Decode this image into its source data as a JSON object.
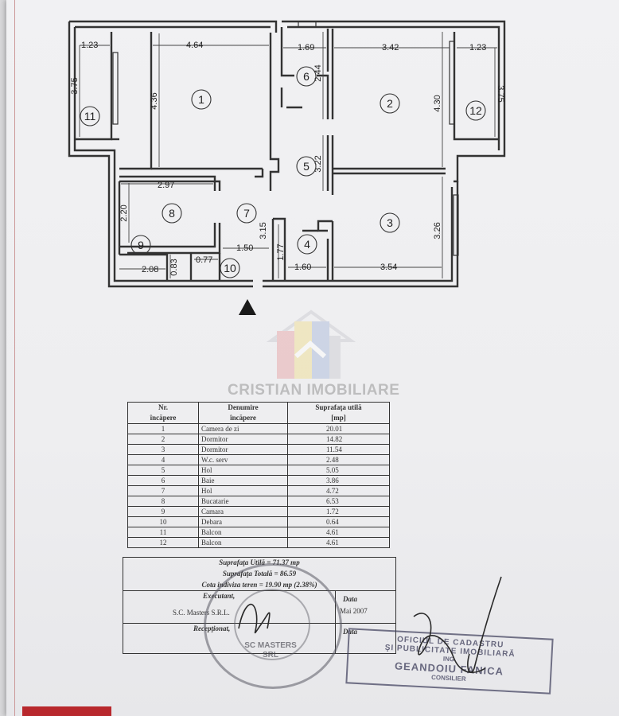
{
  "plan": {
    "dimensions": {
      "d_1_23_left": "1.23",
      "d_4_64": "4.64",
      "d_1_69": "1.69",
      "d_3_42": "3.42",
      "d_1_23_right": "1.23",
      "d_3_75_left": "3.75",
      "d_4_36": "4.36",
      "d_2_44": "2.44",
      "d_4_30": "4.30",
      "d_3_75_right": "3.75",
      "d_2_97": "2.97",
      "d_3_22": "3.22",
      "d_2_20": "2.20",
      "d_3_15": "3.15",
      "d_3_26": "3.26",
      "d_1_50": "1.50",
      "d_1_77": "1.77",
      "d_0_83": "0.83",
      "d_0_77": "0.77",
      "d_2_08": "2.08",
      "d_1_60": "1.60",
      "d_3_54": "3.54"
    },
    "room_labels": [
      "1",
      "2",
      "3",
      "4",
      "5",
      "6",
      "7",
      "8",
      "9",
      "10",
      "11",
      "12"
    ]
  },
  "watermark": {
    "text": "CRISTIAN IMOBILIARE"
  },
  "table": {
    "headers": {
      "nr_line1": "Nr.",
      "nr_line2": "încăpere",
      "name_line1": "Denumire",
      "name_line2": "încăpere",
      "area_line1": "Suprafaţa utilă",
      "area_line2": "[mp]"
    },
    "rows": [
      {
        "nr": "1",
        "name": "Camera de zi",
        "area": "20.01"
      },
      {
        "nr": "2",
        "name": "Dormitor",
        "area": "14.82"
      },
      {
        "nr": "3",
        "name": "Dormitor",
        "area": "11.54"
      },
      {
        "nr": "4",
        "name": "W.c. serv",
        "area": "2.48"
      },
      {
        "nr": "5",
        "name": "Hol",
        "area": "5.05"
      },
      {
        "nr": "6",
        "name": "Baie",
        "area": "3.86"
      },
      {
        "nr": "7",
        "name": "Hol",
        "area": "4.72"
      },
      {
        "nr": "8",
        "name": "Bucatarie",
        "area": "6.53"
      },
      {
        "nr": "9",
        "name": "Camara",
        "area": "1.72"
      },
      {
        "nr": "10",
        "name": "Debara",
        "area": "0.64"
      },
      {
        "nr": "11",
        "name": "Balcon",
        "area": "4.61"
      },
      {
        "nr": "12",
        "name": "Balcon",
        "area": "4.61"
      }
    ]
  },
  "summary": {
    "useful_area": "Suprafaţa Utilă = 71.37  mp",
    "total_area": "Suprafaţa Totală = 86.59",
    "share": "Cota indiviza teren = 19.90 mp (2.38%)",
    "executant_label": "Executant,",
    "executant_value": "S.C. Masters S.R.L.",
    "date_label": "Data",
    "date_value": "Mai 2007",
    "receptionat_label": "Recepţionat,",
    "date_label2": "Data"
  },
  "stamps": {
    "round_company": "SC MASTERS",
    "round_suffix": "SRL",
    "rect_line1": "OFICIUL DE CADASTRU",
    "rect_line2": "ŞI PUBLICITATE IMOBILIARĂ",
    "rect_line3": "ING.",
    "rect_line4": "GEANDOIU FANICA",
    "rect_line5": "CONSILIER"
  },
  "colors": {
    "paper": "#eeeef0",
    "ink": "#222222",
    "stamp": "#3c3c5a",
    "logo_red": "#d2232a",
    "logo_yellow": "#f5c400",
    "logo_blue": "#1e4fa0"
  }
}
